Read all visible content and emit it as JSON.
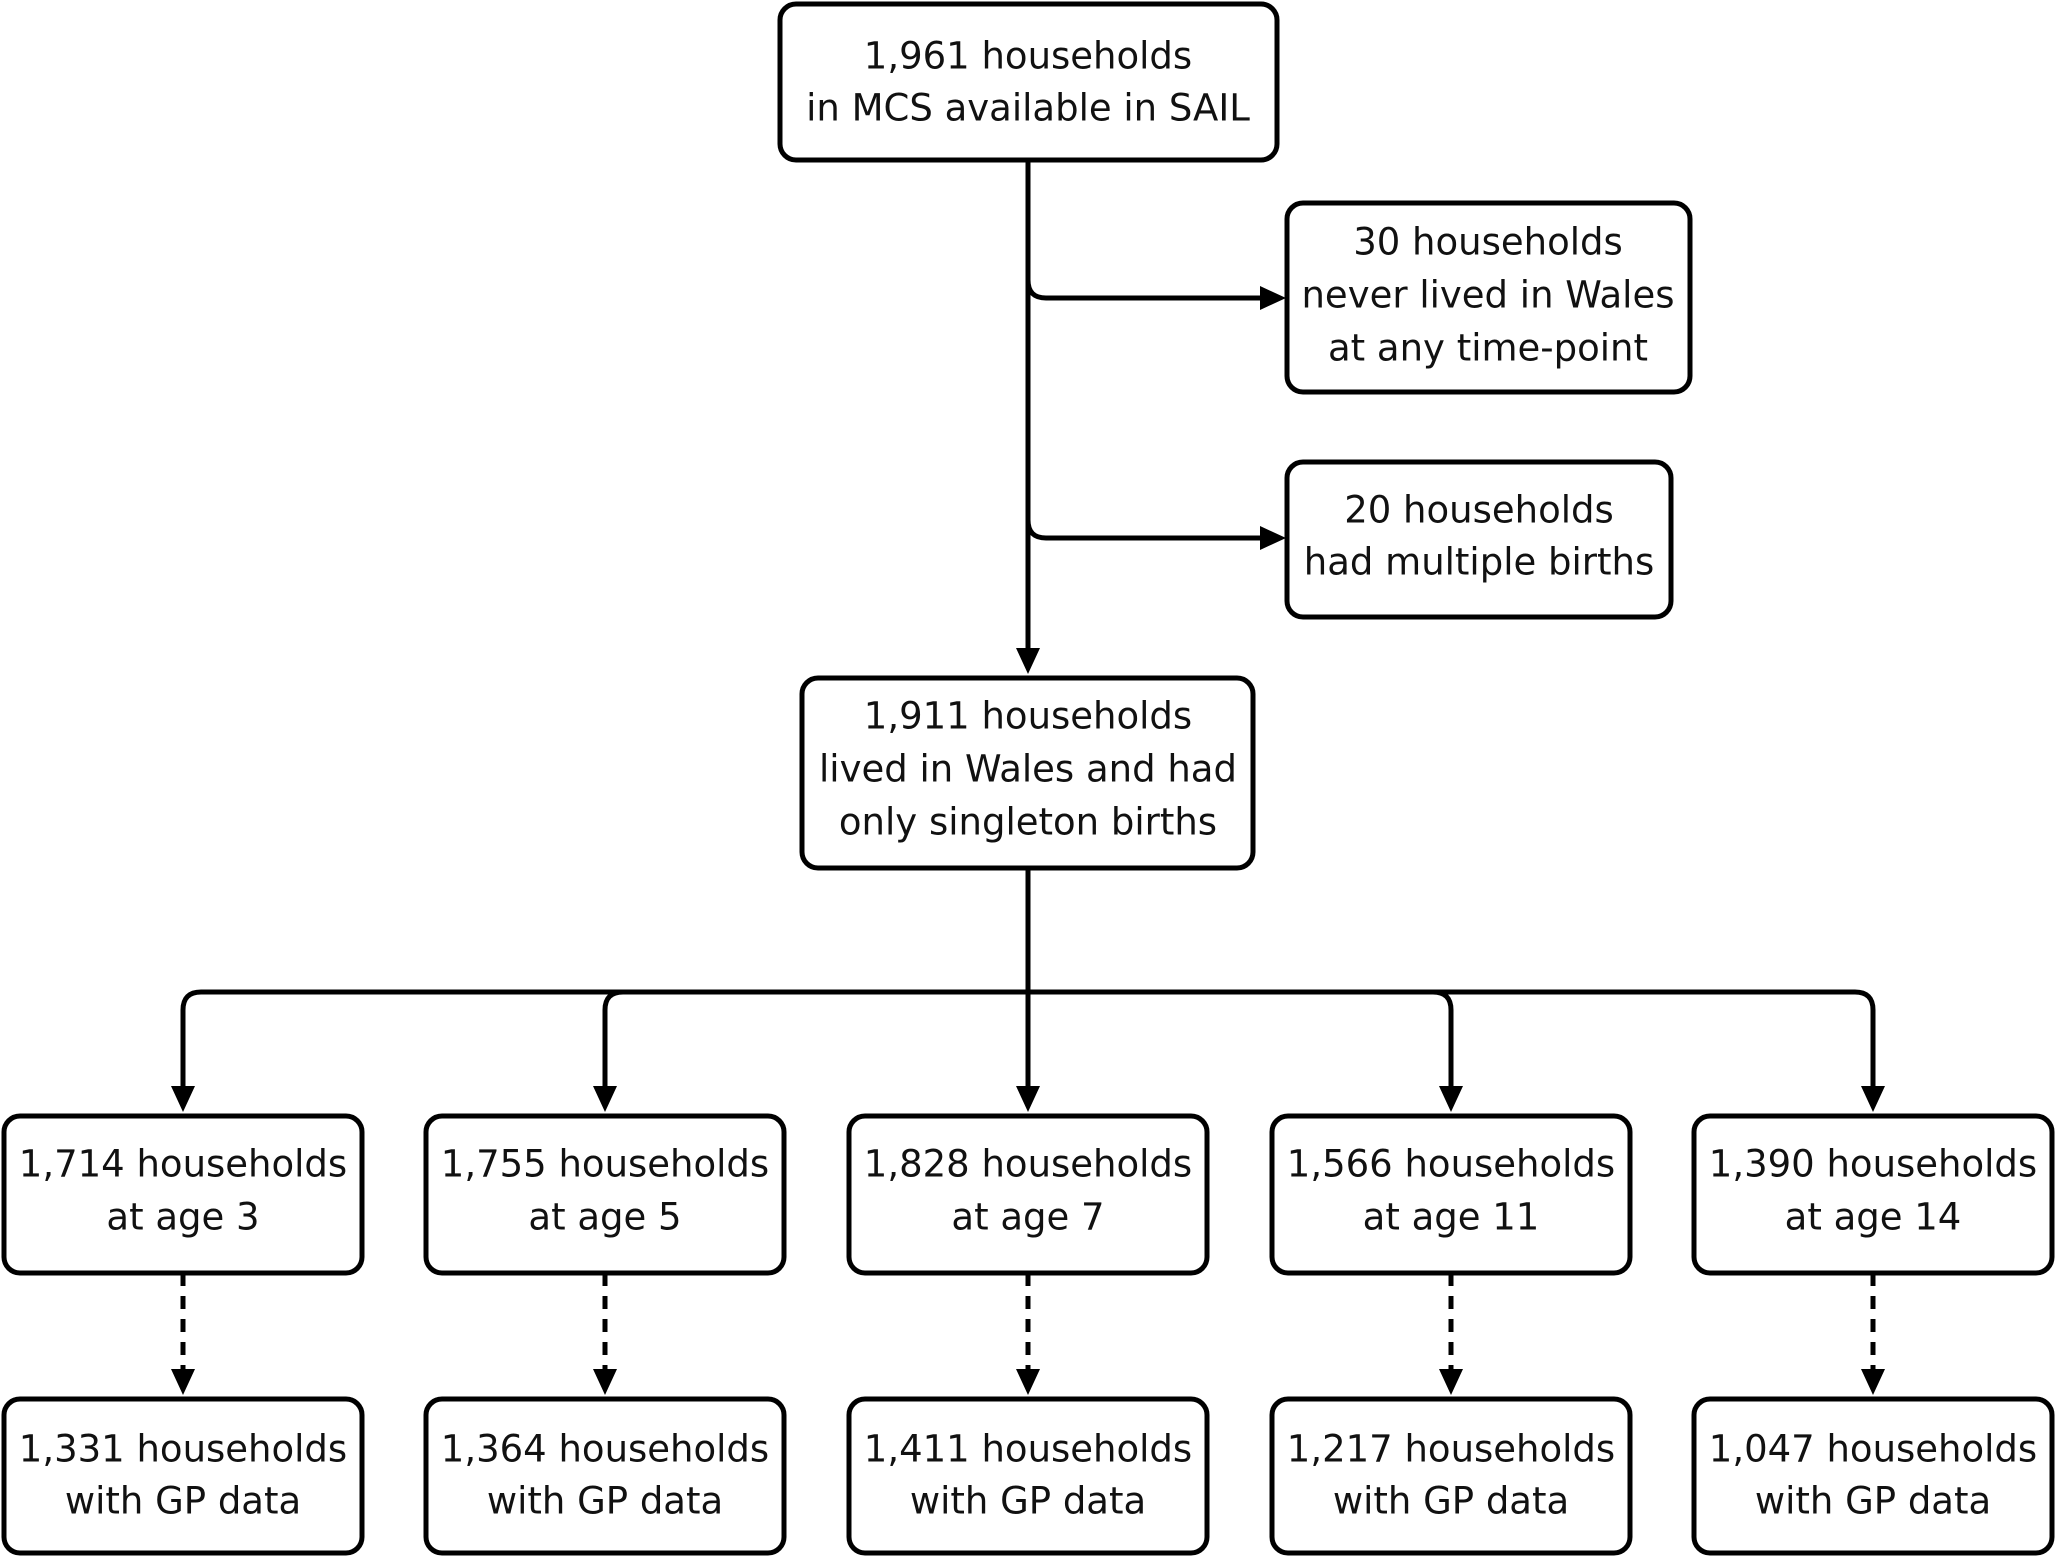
{
  "diagram": {
    "top": {
      "line1": "1,961 households",
      "line2": "in MCS available in SAIL"
    },
    "exclusions": [
      {
        "line1": "30 households",
        "line2": "never lived in Wales",
        "line3": "at any time-point"
      },
      {
        "line1": "20 households",
        "line2": "had multiple births"
      }
    ],
    "middle": {
      "line1": "1,911 households",
      "line2": "lived in Wales and had",
      "line3": "only singleton births"
    },
    "ages": [
      {
        "line1": "1,714 households",
        "line2": "at age 3"
      },
      {
        "line1": "1,755 households",
        "line2": "at age 5"
      },
      {
        "line1": "1,828 households",
        "line2": "at age 7"
      },
      {
        "line1": "1,566 households",
        "line2": "at age 11"
      },
      {
        "line1": "1,390 households",
        "line2": "at age 14"
      }
    ],
    "gp": [
      {
        "line1": "1,331 households",
        "line2": "with GP data"
      },
      {
        "line1": "1,364 households",
        "line2": "with GP data"
      },
      {
        "line1": "1,411 households",
        "line2": "with GP data"
      },
      {
        "line1": "1,217 households",
        "line2": "with GP data"
      },
      {
        "line1": "1,047 households",
        "line2": "with GP data"
      }
    ]
  }
}
